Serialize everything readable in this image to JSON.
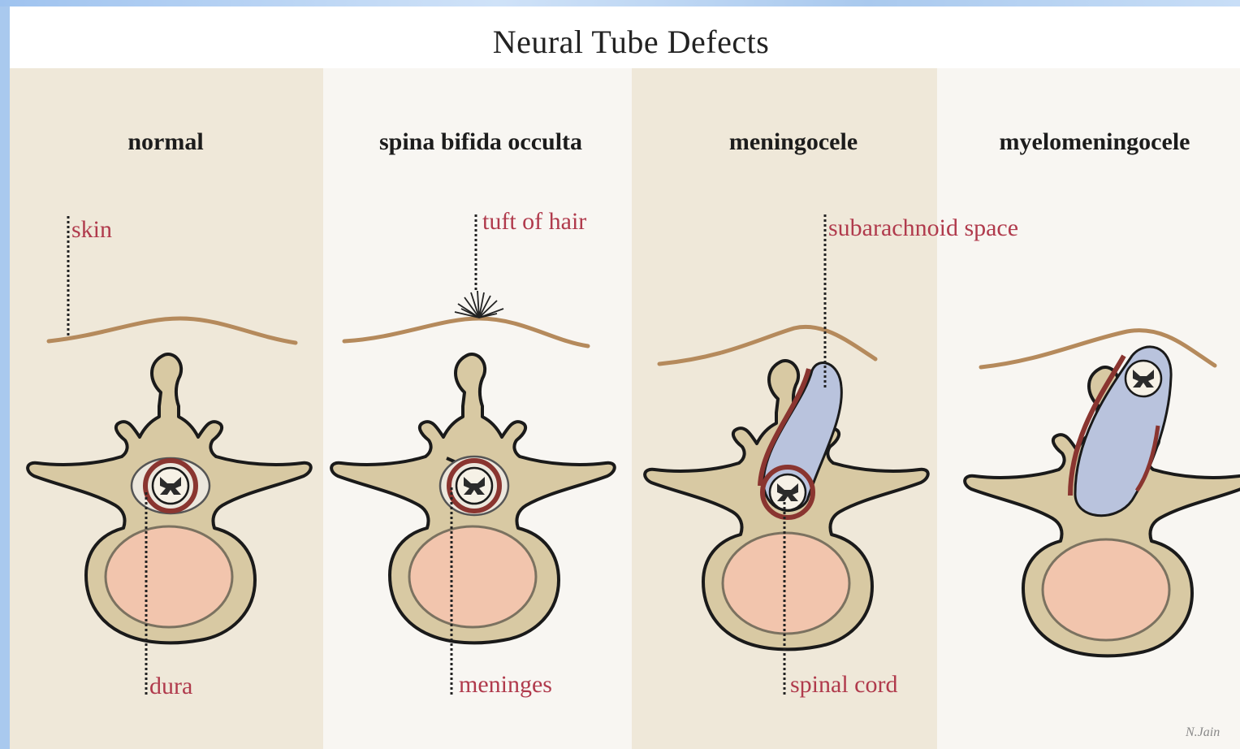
{
  "title": "Neural Tube Defects",
  "panels": [
    {
      "heading": "normal"
    },
    {
      "heading": "spina bifida occulta"
    },
    {
      "heading": "meningocele"
    },
    {
      "heading": "myelomeningocele"
    }
  ],
  "labels": {
    "skin": "skin",
    "dura": "dura",
    "tuft_of_hair": "tuft of  hair",
    "meninges": "meninges",
    "subarachnoid_space": "subarachnoid space",
    "spinal_cord": "spinal cord"
  },
  "signature": "N.Jain",
  "colors": {
    "bone": "#d8c9a3",
    "bone_outline": "#1a1a1a",
    "vertebral_body": "#f2c5ad",
    "skin_line": "#b58a5c",
    "dura": "#8a3530",
    "csf": "#b9c3dd",
    "label_text": "#b03a4c",
    "panel_tan": "#efe8d9",
    "panel_light": "#f8f6f2"
  }
}
